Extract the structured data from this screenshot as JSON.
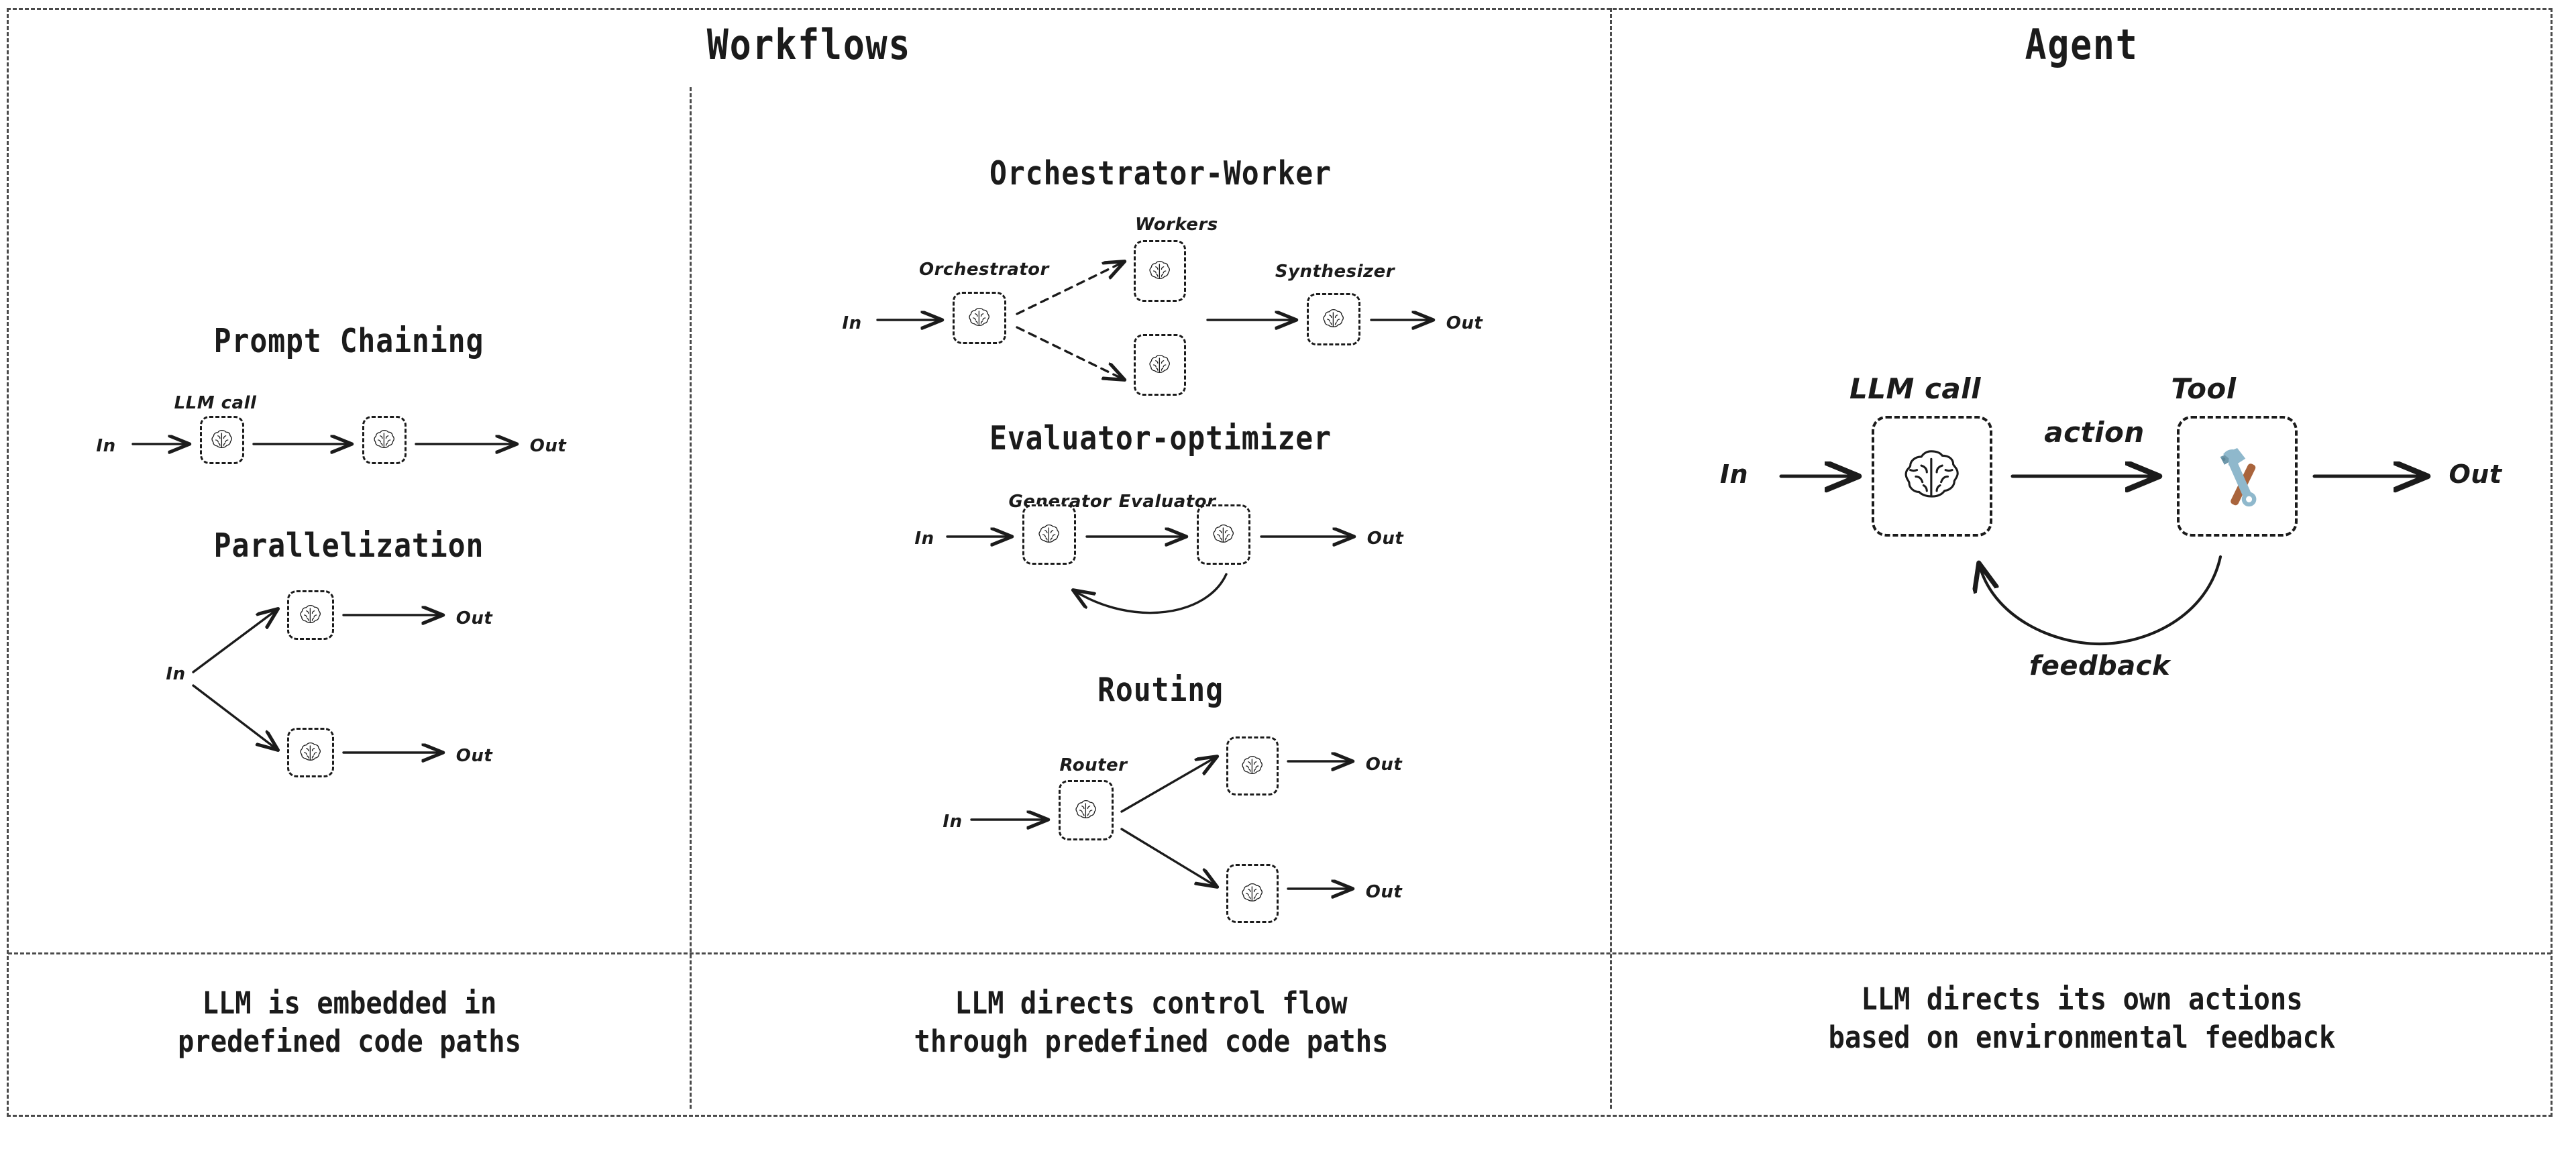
{
  "figure": {
    "border_color": "#4a4a4a",
    "background": "#ffffff"
  },
  "columns": [
    {
      "id": "workflows",
      "header": "Workflows"
    },
    {
      "id": "agent",
      "header": "Agent"
    }
  ],
  "headers": {
    "workflows": "Workflows",
    "agent": "Agent"
  },
  "patterns": {
    "prompt_chaining": {
      "title": "Prompt Chaining",
      "in": "In",
      "out": "Out",
      "node_label": "LLM call",
      "nodes": [
        "brain-icon",
        "brain-icon"
      ]
    },
    "parallelization": {
      "title": "Parallelization",
      "in": "In",
      "out_top": "Out",
      "out_bottom": "Out",
      "nodes": [
        "brain-icon",
        "brain-icon"
      ]
    },
    "orchestrator_worker": {
      "title": "Orchestrator-Worker",
      "in": "In",
      "out": "Out",
      "orchestrator_label": "Orchestrator",
      "workers_label": "Workers",
      "synthesizer_label": "Synthesizer",
      "nodes": [
        "brain-icon",
        "brain-icon",
        "brain-icon",
        "brain-icon"
      ]
    },
    "evaluator_optimizer": {
      "title": "Evaluator-optimizer",
      "in": "In",
      "out": "Out",
      "generator_label": "Generator",
      "evaluator_label": "Evaluator",
      "nodes": [
        "brain-icon",
        "brain-icon"
      ]
    },
    "routing": {
      "title": "Routing",
      "in": "In",
      "out_top": "Out",
      "out_bottom": "Out",
      "router_label": "Router",
      "nodes": [
        "brain-icon",
        "brain-icon",
        "brain-icon"
      ]
    },
    "agent": {
      "in": "In",
      "out": "Out",
      "llm_call_label": "LLM call",
      "tool_label": "Tool",
      "action_label": "action",
      "feedback_label": "feedback",
      "nodes": [
        "brain-icon",
        "tool-icon"
      ]
    }
  },
  "captions": {
    "workflows_left": "LLM is embedded in\npredefined code paths",
    "workflows_right": "LLM directs control flow\nthrough predefined code paths",
    "agent": "LLM directs its own actions\nbased on environmental feedback"
  },
  "caption_lines": {
    "workflows_left": [
      "LLM is embedded in",
      "predefined code paths"
    ],
    "workflows_right": [
      "LLM directs control flow",
      "through predefined code paths"
    ],
    "agent": [
      "LLM directs its own actions",
      "based on environmental feedback"
    ]
  },
  "colors": {
    "ink": "#1b1b1b",
    "border": "#4a4a4a",
    "tool_metal": "#8fb8cc",
    "tool_handle": "#a9643c"
  }
}
